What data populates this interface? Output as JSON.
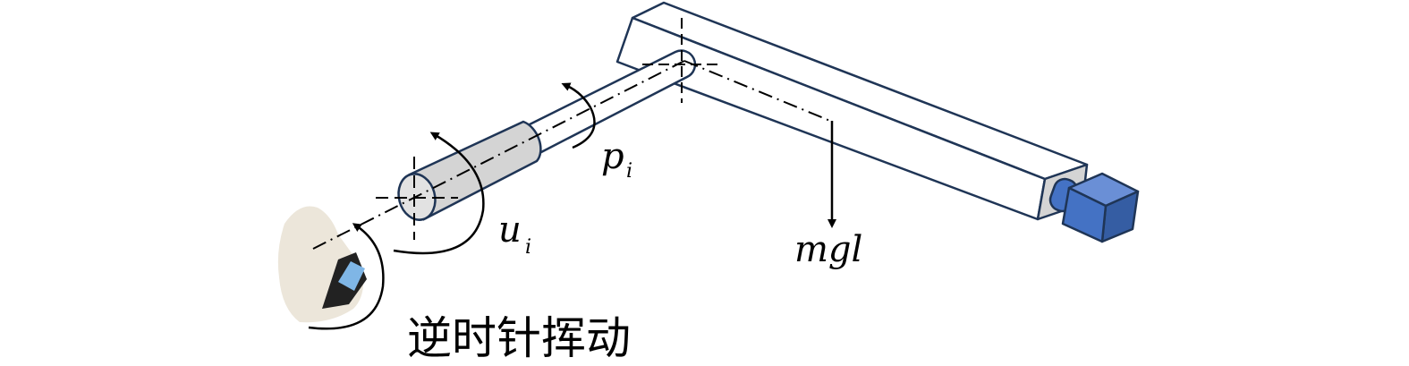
{
  "labels": {
    "p": "p",
    "p_sub": "i",
    "u": "u",
    "u_sub": "i",
    "torque": "mgl",
    "caption": "逆时针挥动"
  },
  "colors": {
    "outline": "#1f3556",
    "cylinder_fill": "#d4d4d4",
    "camera_front": "#4472c4",
    "camera_top": "#6a8fd6",
    "camera_side": "#355da3",
    "hand": "#ece6da"
  }
}
